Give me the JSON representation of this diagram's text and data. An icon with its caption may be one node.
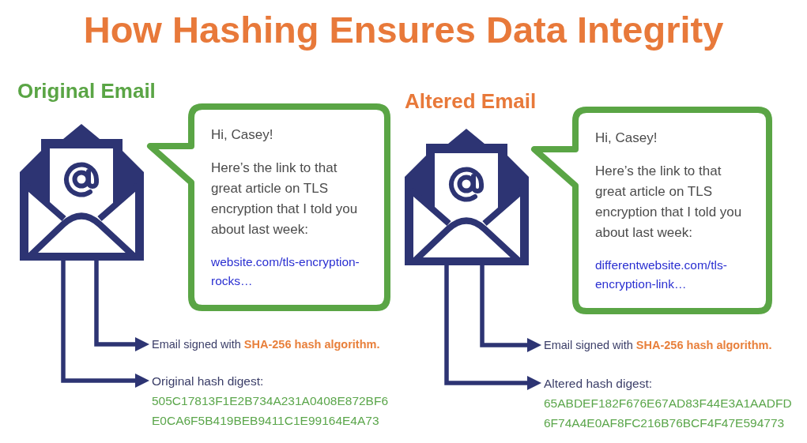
{
  "diagram": {
    "title": "How Hashing Ensures Data Integrity",
    "nodes": [
      {
        "text": [],
        "shape": "picture"
      },
      {
        "text": [
          "Hi, Casey!",
          "Here’s the link to that great article on TLS encryption that I told you about last week:",
          "website.com/tls-encryption-rocks…"
        ]
      },
      {
        "text": [
          "Email signed with **SHA-256 hash algorithm.**"
        ]
      },
      {
        "text": [
          "Original hash digest:",
          "505C17813F1E2B734A231A0408E872BF6 E0CA6F5B419BEB9411C1E99164E4A73"
        ]
      },
      {
        "text": [],
        "shape": "picture"
      },
      {
        "text": [
          "Hi, Casey!",
          "Here’s the link to that great article on TLS encryption that I told you about last week:",
          "differentwebsite.com/tls-encryption-link…"
        ]
      },
      {
        "text": [
          "Email signed with **SHA-256 hash algorithm.**"
        ]
      },
      {
        "text": [
          "Altered hash digest:",
          "65ABDEF182F676E67AD83F44E3A1AADFD 6F74A4E0AF8FC216B76BCF4F47E594773"
        ]
      }
    ],
    "edges": [
      {
        "from": 0,
        "to": 2,
        "arrow": "to"
      },
      {
        "from": 0,
        "to": 3,
        "arrow": "to"
      },
      {
        "from": 4,
        "to": 6,
        "arrow": "to"
      },
      {
        "from": 4,
        "to": 7,
        "arrow": "to"
      }
    ],
    "labels": [
      "Original Email",
      "Altered Email"
    ]
  }
}
